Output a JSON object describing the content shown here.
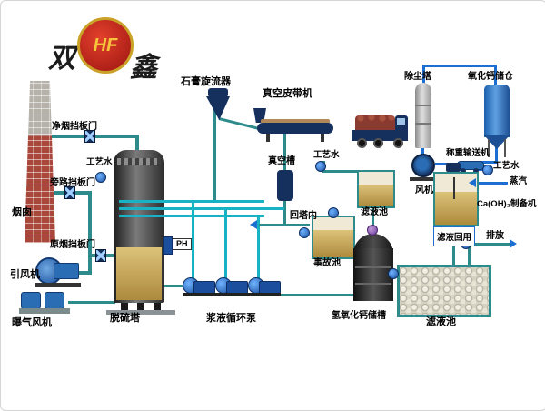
{
  "logo": {
    "char_left": "双",
    "char_right": "鑫",
    "monogram": "HF"
  },
  "labels": {
    "clean_gas_damper": "净烟挡板门",
    "process_water": "工艺水",
    "bypass_damper": "旁路挡板门",
    "raw_gas_damper": "原烟挡板门",
    "chimney": "烟囱",
    "id_fan": "引风机",
    "aeration_fan": "曝气风机",
    "fgd_tower": "脱硫塔",
    "ph_meter": "PH",
    "slurry_pumps": "浆液循环泵",
    "gypsum_cyclone": "石膏旋流器",
    "vacuum_belt": "真空皮带机",
    "vacuum_tank": "真空槽",
    "process_water_belt": "工艺水",
    "return_to_tower": "回塔内",
    "filtrate_pool_small": "滤液池",
    "accident_pool": "事故池",
    "caoh2_storage_tank": "氢氧化钙储槽",
    "filtrate_pool_large": "滤液池",
    "dust_removal_tower": "除尘塔",
    "cao_silo": "氧化钙储仓",
    "fan": "风机",
    "weighing_conveyor": "称重输送机",
    "process_water_right": "工艺水",
    "steam": "蒸汽",
    "caoh2_maker": "Ca(OH)₂制备机",
    "filtrate_reuse": "滤液回用",
    "discharge": "排放"
  },
  "colors": {
    "pipe_teal": "#2e8b8b",
    "pipe_cyan": "#17b2c4",
    "pipe_blue": "#1c6fd0",
    "equipment_navy": "#16305e",
    "pump_blue": "#2a6db5",
    "slurry_tan": "#c9a95c",
    "brick_red": "#a8473a"
  }
}
